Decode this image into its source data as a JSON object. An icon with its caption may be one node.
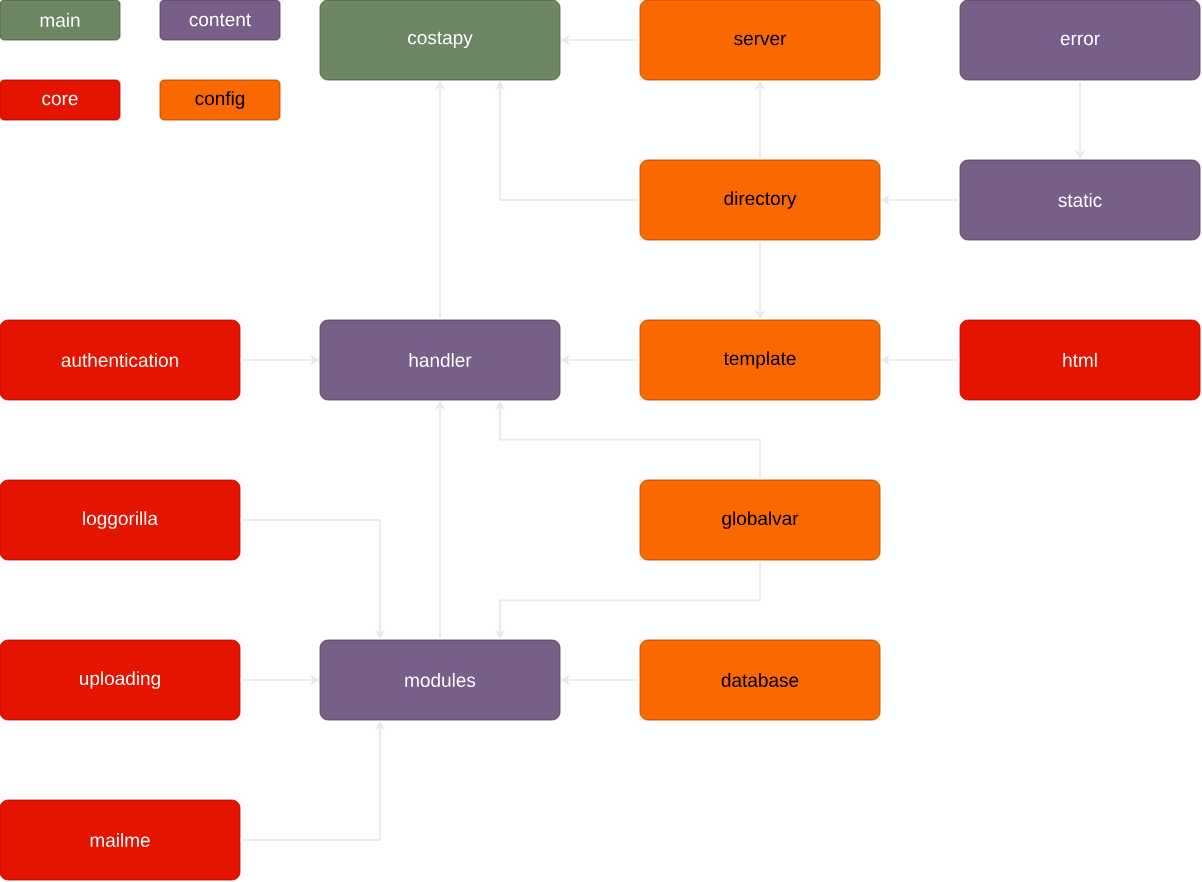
{
  "diagram": {
    "nodes": [
      {
        "text": [
          "costapy"
        ]
      },
      {
        "text": [
          "server"
        ]
      },
      {
        "text": [
          "error"
        ]
      },
      {
        "text": [
          "directory"
        ]
      },
      {
        "text": [
          "static"
        ]
      },
      {
        "text": [
          "authentication"
        ]
      },
      {
        "text": [
          "handler"
        ]
      },
      {
        "text": [
          "template"
        ]
      },
      {
        "text": [
          "html"
        ]
      },
      {
        "text": [
          "loggorilla"
        ]
      },
      {
        "text": [
          "globalvar"
        ]
      },
      {
        "text": [
          "uploading"
        ]
      },
      {
        "text": [
          "modules"
        ]
      },
      {
        "text": [
          "database"
        ]
      },
      {
        "text": [
          "mailme"
        ]
      }
    ],
    "edges": [
      {
        "from": 1,
        "to": 0,
        "arrow": "to"
      },
      {
        "from": 2,
        "to": 4,
        "arrow": "to"
      },
      {
        "from": 4,
        "to": 3,
        "arrow": "to"
      },
      {
        "from": 3,
        "to": 1,
        "arrow": "to"
      },
      {
        "from": 3,
        "to": 0,
        "arrow": "to"
      },
      {
        "from": 3,
        "to": 7,
        "arrow": "to"
      },
      {
        "from": 6,
        "to": 0,
        "arrow": "to"
      },
      {
        "from": 7,
        "to": 6,
        "arrow": "to"
      },
      {
        "from": 8,
        "to": 7,
        "arrow": "to"
      },
      {
        "from": 5,
        "to": 6,
        "arrow": "to"
      },
      {
        "from": 10,
        "to": 6,
        "arrow": "to"
      },
      {
        "from": 10,
        "to": 12,
        "arrow": "to"
      },
      {
        "from": 12,
        "to": 6,
        "arrow": "to"
      },
      {
        "from": 9,
        "to": 12,
        "arrow": "to"
      },
      {
        "from": 11,
        "to": 12,
        "arrow": "to"
      },
      {
        "from": 13,
        "to": 12,
        "arrow": "to"
      },
      {
        "from": 14,
        "to": 12,
        "arrow": "to"
      }
    ],
    "legend": [
      {
        "text": "main",
        "color": "#6d8764"
      },
      {
        "text": "content",
        "color": "#76608a"
      },
      {
        "text": "core",
        "color": "#e51400"
      },
      {
        "text": "config",
        "color": "#fa6800"
      }
    ]
  }
}
